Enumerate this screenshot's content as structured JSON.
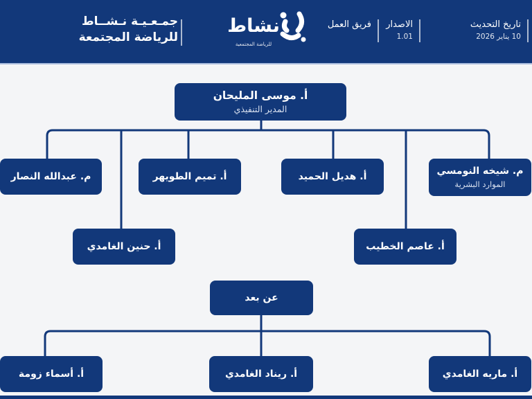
{
  "header": {
    "brand": {
      "line1": "جمـعـيـة نـشــاط",
      "line2": "للرياضة المجتمعة"
    },
    "logo": {
      "wordmark": "نشاط",
      "tagline": "للرياضة المجتمعية"
    },
    "meta": [
      {
        "label": "تاريخ التحديث",
        "value": "10 يناير 2026"
      },
      {
        "label": "الاصدار",
        "value": "1.01"
      },
      {
        "label": "فريق العمل",
        "value": ""
      }
    ]
  },
  "org": {
    "root": {
      "name": "أ. موسى المليحان",
      "role": "المدير التنفيذي"
    },
    "level2": [
      {
        "name": "م. شيخه النومسي",
        "role": "الموارد البشرية"
      },
      {
        "name": "أ. هديل الحميد"
      },
      {
        "name": "أ. تميم الطويهر"
      },
      {
        "name": "م. عبدالله النصار"
      }
    ],
    "level3": [
      {
        "name": "أ. عاصم الخطيب"
      },
      {
        "name": "أ. حنين الغامدي"
      }
    ],
    "remote": {
      "name": "عن بعد"
    },
    "level4": [
      {
        "name": "أ. ماريه الغامدي"
      },
      {
        "name": "أ. ريناد الغامدي"
      },
      {
        "name": "أ. أسماء زومة"
      }
    ]
  },
  "colors": {
    "navy": "#12387a",
    "background": "#f4f5f7",
    "header_divider": "#a9bcdd"
  }
}
